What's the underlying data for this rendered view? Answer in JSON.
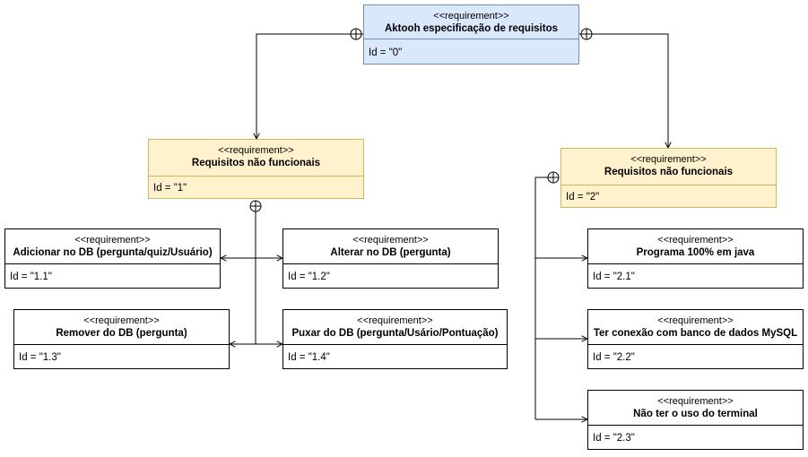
{
  "stereotype": "<<requirement>>",
  "nodes": {
    "root": {
      "name": "Aktooh especificação de requisitos",
      "id_text": "Id = \"0\""
    },
    "r1": {
      "name": "Requisitos não funcionais",
      "id_text": "Id = \"1\""
    },
    "r2": {
      "name": "Requisitos não funcionais",
      "id_text": "Id = \"2\""
    },
    "r1_1": {
      "name": "Adicionar no DB (pergunta/quiz/Usuário)",
      "id_text": "Id = \"1.1\""
    },
    "r1_2": {
      "name": "Alterar no DB (pergunta)",
      "id_text": "Id = \"1.2\""
    },
    "r1_3": {
      "name": "Remover do DB (pergunta)",
      "id_text": "Id = \"1.3\""
    },
    "r1_4": {
      "name": "Puxar do DB (pergunta/Usário/Pontuação)",
      "id_text": "Id = \"1.4\""
    },
    "r2_1": {
      "name": "Programa 100% em java",
      "id_text": "Id = \"2.1\""
    },
    "r2_2": {
      "name": "Ter conexão com banco de dados MySQL",
      "id_text": "Id = \"2.2\""
    },
    "r2_3": {
      "name": "Não ter o uso do terminal",
      "id_text": "Id = \"2.3\""
    }
  },
  "colors": {
    "root_fill": "#dae8fc",
    "root_stroke": "#6c8ebf",
    "group_fill": "#fff2cc",
    "group_stroke": "#d6b656",
    "line": "#000000"
  }
}
